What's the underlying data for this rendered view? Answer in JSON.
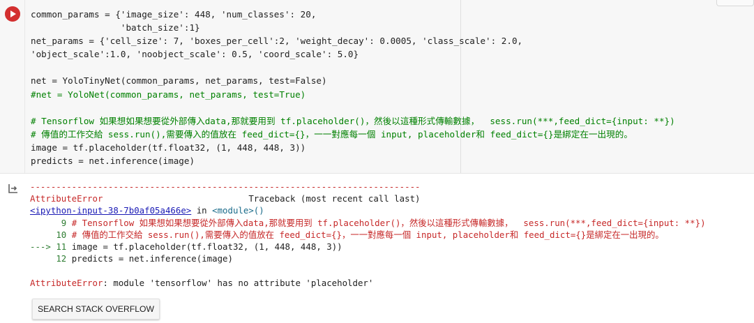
{
  "code_cell": {
    "lines": [
      "common_params = {'image_size': 448, 'num_classes': 20,",
      "                 'batch_size':1}",
      "net_params = {'cell_size': 7, 'boxes_per_cell':2, 'weight_decay': 0.0005, 'class_scale': 2.0,",
      "'object_scale':1.0, 'noobject_scale': 0.5, 'coord_scale': 5.0}",
      "",
      "net = YoloTinyNet(common_params, net_params, test=False)",
      "#net = YoloNet(common_params, net_params, test=True)",
      "",
      "# Tensorflow 如果想如果想要從外部傳入data,那就要用到 tf.placeholder()，然後以這種形式傳輸數據，  sess.run(***,feed_dict={input: **})",
      "# 傳值的工作交給 sess.run(),需要傳入的值放在 feed_dict={}，一一對應每一個 input, placeholder和 feed_dict={}是綁定在一出現的。",
      "image = tf.placeholder(tf.float32, (1, 448, 448, 3))",
      "predicts = net.inference(image)"
    ]
  },
  "output": {
    "separator": "---------------------------------------------------------------------------",
    "error_name": "AttributeError",
    "traceback_label": "Traceback (most recent call last)",
    "input_link": "<ipython-input-38-7b0af05a466e>",
    "in_word": " in ",
    "module": "<module>()",
    "lines": [
      {
        "num": "9",
        "text": "# Tensorflow 如果想如果想要從外部傳入data,那就要用到 tf.placeholder()，然後以這種形式傳輸數據，  sess.run(***,feed_dict={input: **})"
      },
      {
        "num": "10",
        "text": "# 傳值的工作交給 sess.run(),需要傳入的值放在 feed_dict={}，一一對應每一個 input, placeholder和 feed_dict={}是綁定在一出現的。"
      },
      {
        "num": "11",
        "text": "image = tf.placeholder(tf.float32, (1, 448, 448, 3))",
        "arrow": "---> "
      },
      {
        "num": "12",
        "text": "predicts = net.inference(image)"
      }
    ],
    "final_error_name": "AttributeError",
    "final_message": ": module 'tensorflow' has no attribute 'placeholder'"
  },
  "search_button": "SEARCH STACK OVERFLOW",
  "icons": {
    "run": "play-circle-icon",
    "output": "output-arrow-icon"
  },
  "colors": {
    "run_button": "#d32f2f",
    "error": "#c62828",
    "link": "#1a1ab5",
    "selection": "#c8ddf7"
  }
}
